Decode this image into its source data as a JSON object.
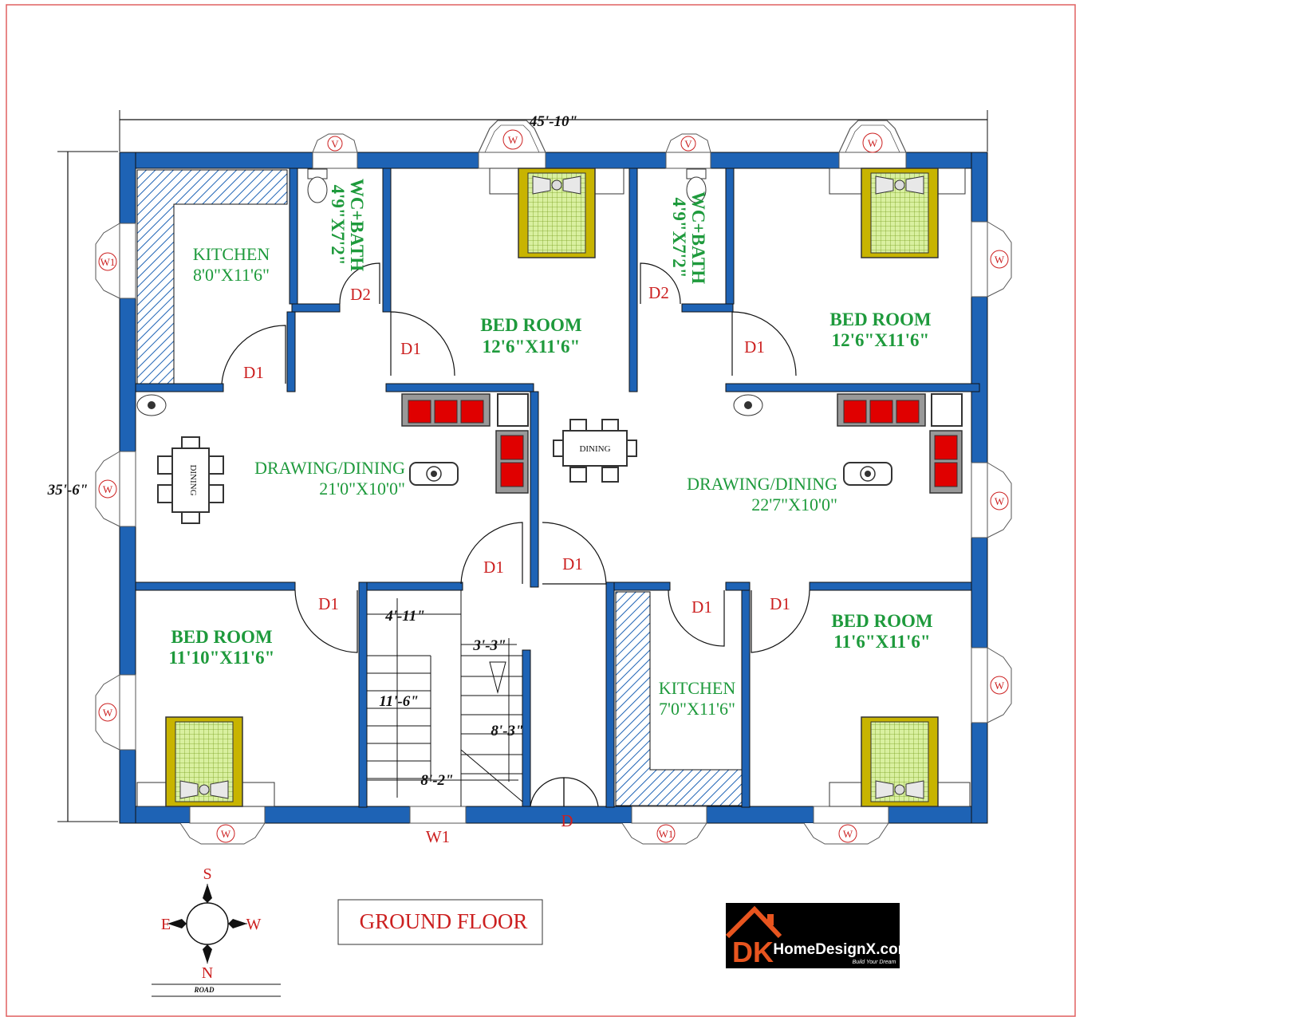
{
  "overall": {
    "width": "45'-10\"",
    "depth": "35'-6\""
  },
  "rooms": {
    "kitchen_left": {
      "name": "KITCHEN",
      "size": "8'0\"X11'6\""
    },
    "wc_left": {
      "name": "WC+BATH",
      "size": "4'9\"X7'2\""
    },
    "bed_top_left": {
      "name": "BED ROOM",
      "size": "12'6\"X11'6\""
    },
    "wc_right": {
      "name": "WC+BATH",
      "size": "4'9\"X7'2\""
    },
    "bed_top_right": {
      "name": "BED ROOM",
      "size": "12'6\"X11'6\""
    },
    "drawing_left": {
      "name": "DRAWING/DINING",
      "size": "21'0\"X10'0\""
    },
    "drawing_right": {
      "name": "DRAWING/DINING",
      "size": "22'7\"X10'0\""
    },
    "bed_bottom_left": {
      "name": "BED ROOM",
      "size": "11'10\"X11'6\""
    },
    "kitchen_right": {
      "name": "KITCHEN",
      "size": "7'0\"X11'6\""
    },
    "bed_bottom_right": {
      "name": "BED ROOM",
      "size": "11'6\"X11'6\""
    }
  },
  "stair": {
    "width": "4'-11\"",
    "landing": "3'-3\"",
    "length": "11'-6\"",
    "run": "8'-3\"",
    "overall": "8'-2\""
  },
  "doors": {
    "d": "D",
    "d1": "D1",
    "d2": "D2"
  },
  "windows": {
    "w": "W",
    "w1": "W1",
    "v": "V"
  },
  "furniture": {
    "dining": "DINING"
  },
  "compass": {
    "s": "S",
    "e": "E",
    "w": "W",
    "n": "N"
  },
  "road": "ROAD",
  "title": "GROUND FLOOR",
  "logo": {
    "dk": "DK",
    "name": "HomeDesignX.com",
    "tagline": "Build Your Dream"
  },
  "colors": {
    "wall": "#1e63b5",
    "room_label": "#1e9a3c",
    "door_label": "#cc2020",
    "frame": "#e06060",
    "bed": "#c8b400",
    "sofa": "#e00000"
  }
}
